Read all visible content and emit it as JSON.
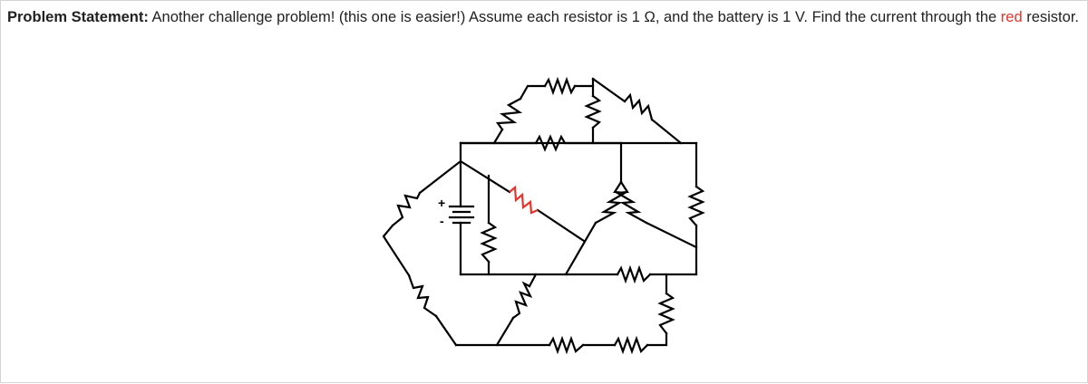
{
  "problem": {
    "label": "Problem Statement:",
    "text_before_red": " Another challenge problem! (this one is easier!) Assume each resistor is 1 Ω, and the battery is 1 V. Find the current through the ",
    "red_word": "red",
    "text_after_red": " resistor."
  },
  "circuit": {
    "resistor_value": "1 Ω",
    "battery_voltage": "1 V",
    "battery_plus_label": "+",
    "battery_minus_label": "-",
    "highlight_color": "#e8322a",
    "resistor_count": 16,
    "target_resistor": "red-resistor"
  }
}
